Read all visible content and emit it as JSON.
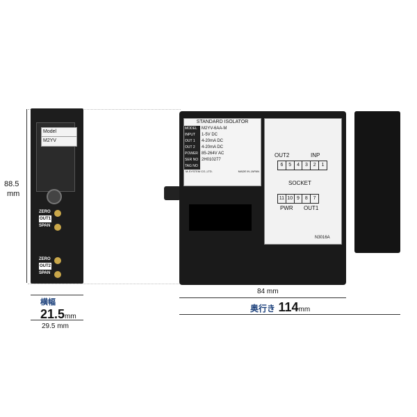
{
  "dims": {
    "height": "88.5",
    "height_unit": "mm",
    "width_jp": "横幅",
    "width_value": "21.5",
    "width_unit": "mm",
    "width_total": "29.5 mm",
    "depth_value": "84 mm",
    "depth_jp": "奥行き",
    "depth_total": "114",
    "depth_total_unit": "mm"
  },
  "front": {
    "model_label": "Model",
    "model_value": "M2YV",
    "controls_top": [
      "ZERO",
      "OUT1",
      "SPAN"
    ],
    "controls_bottom": [
      "ZERO",
      "OUT2",
      "SPAN"
    ]
  },
  "side": {
    "spec_title": "STANDARD ISOLATOR",
    "specs": [
      {
        "k": "MODEL",
        "v": "M2YV-6AA-M"
      },
      {
        "k": "INPUT",
        "v": "1-5V DC"
      },
      {
        "k": "OUT 1",
        "v": "4-20mA DC"
      },
      {
        "k": "OUT 2",
        "v": "4-20mA DC"
      },
      {
        "k": "POWER",
        "v": "85-264V AC"
      },
      {
        "k": "SER NO",
        "v": "2H010277"
      },
      {
        "k": "TAG NO",
        "v": ""
      }
    ],
    "maker": "M-SYSTEM CO.,LTD.",
    "made_in": "MADE IN JAPAN",
    "panel_out2": "OUT2",
    "panel_inp": "INP",
    "panel_top_nums": [
      "6",
      "5",
      "4",
      "3",
      "2",
      "1"
    ],
    "panel_socket": "SOCKET",
    "panel_bottom_nums": [
      "11",
      "10",
      "9",
      "8",
      "7"
    ],
    "panel_pwr": "PWR",
    "panel_out1": "OUT1",
    "panel_code": "N3016A"
  }
}
